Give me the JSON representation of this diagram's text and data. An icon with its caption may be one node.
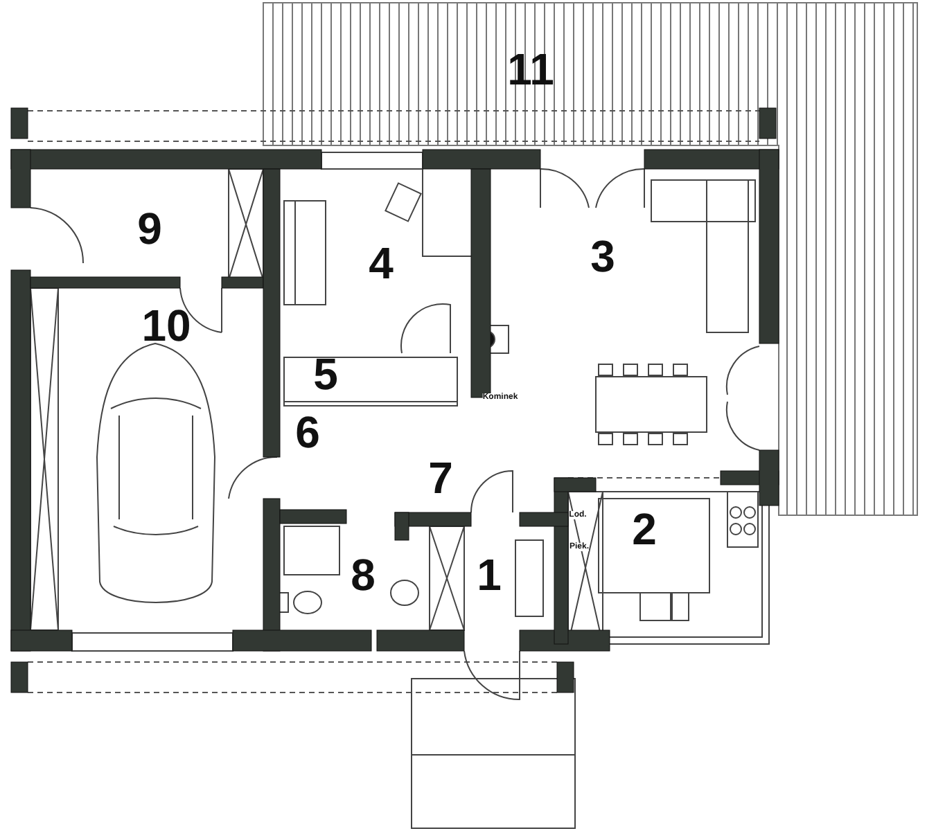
{
  "diagram": {
    "labels": [
      "11",
      "9",
      "4",
      "3",
      "10",
      "5",
      "6",
      "7",
      "2",
      "8",
      "1",
      "Kominek",
      "Lod.",
      "Piek."
    ]
  }
}
